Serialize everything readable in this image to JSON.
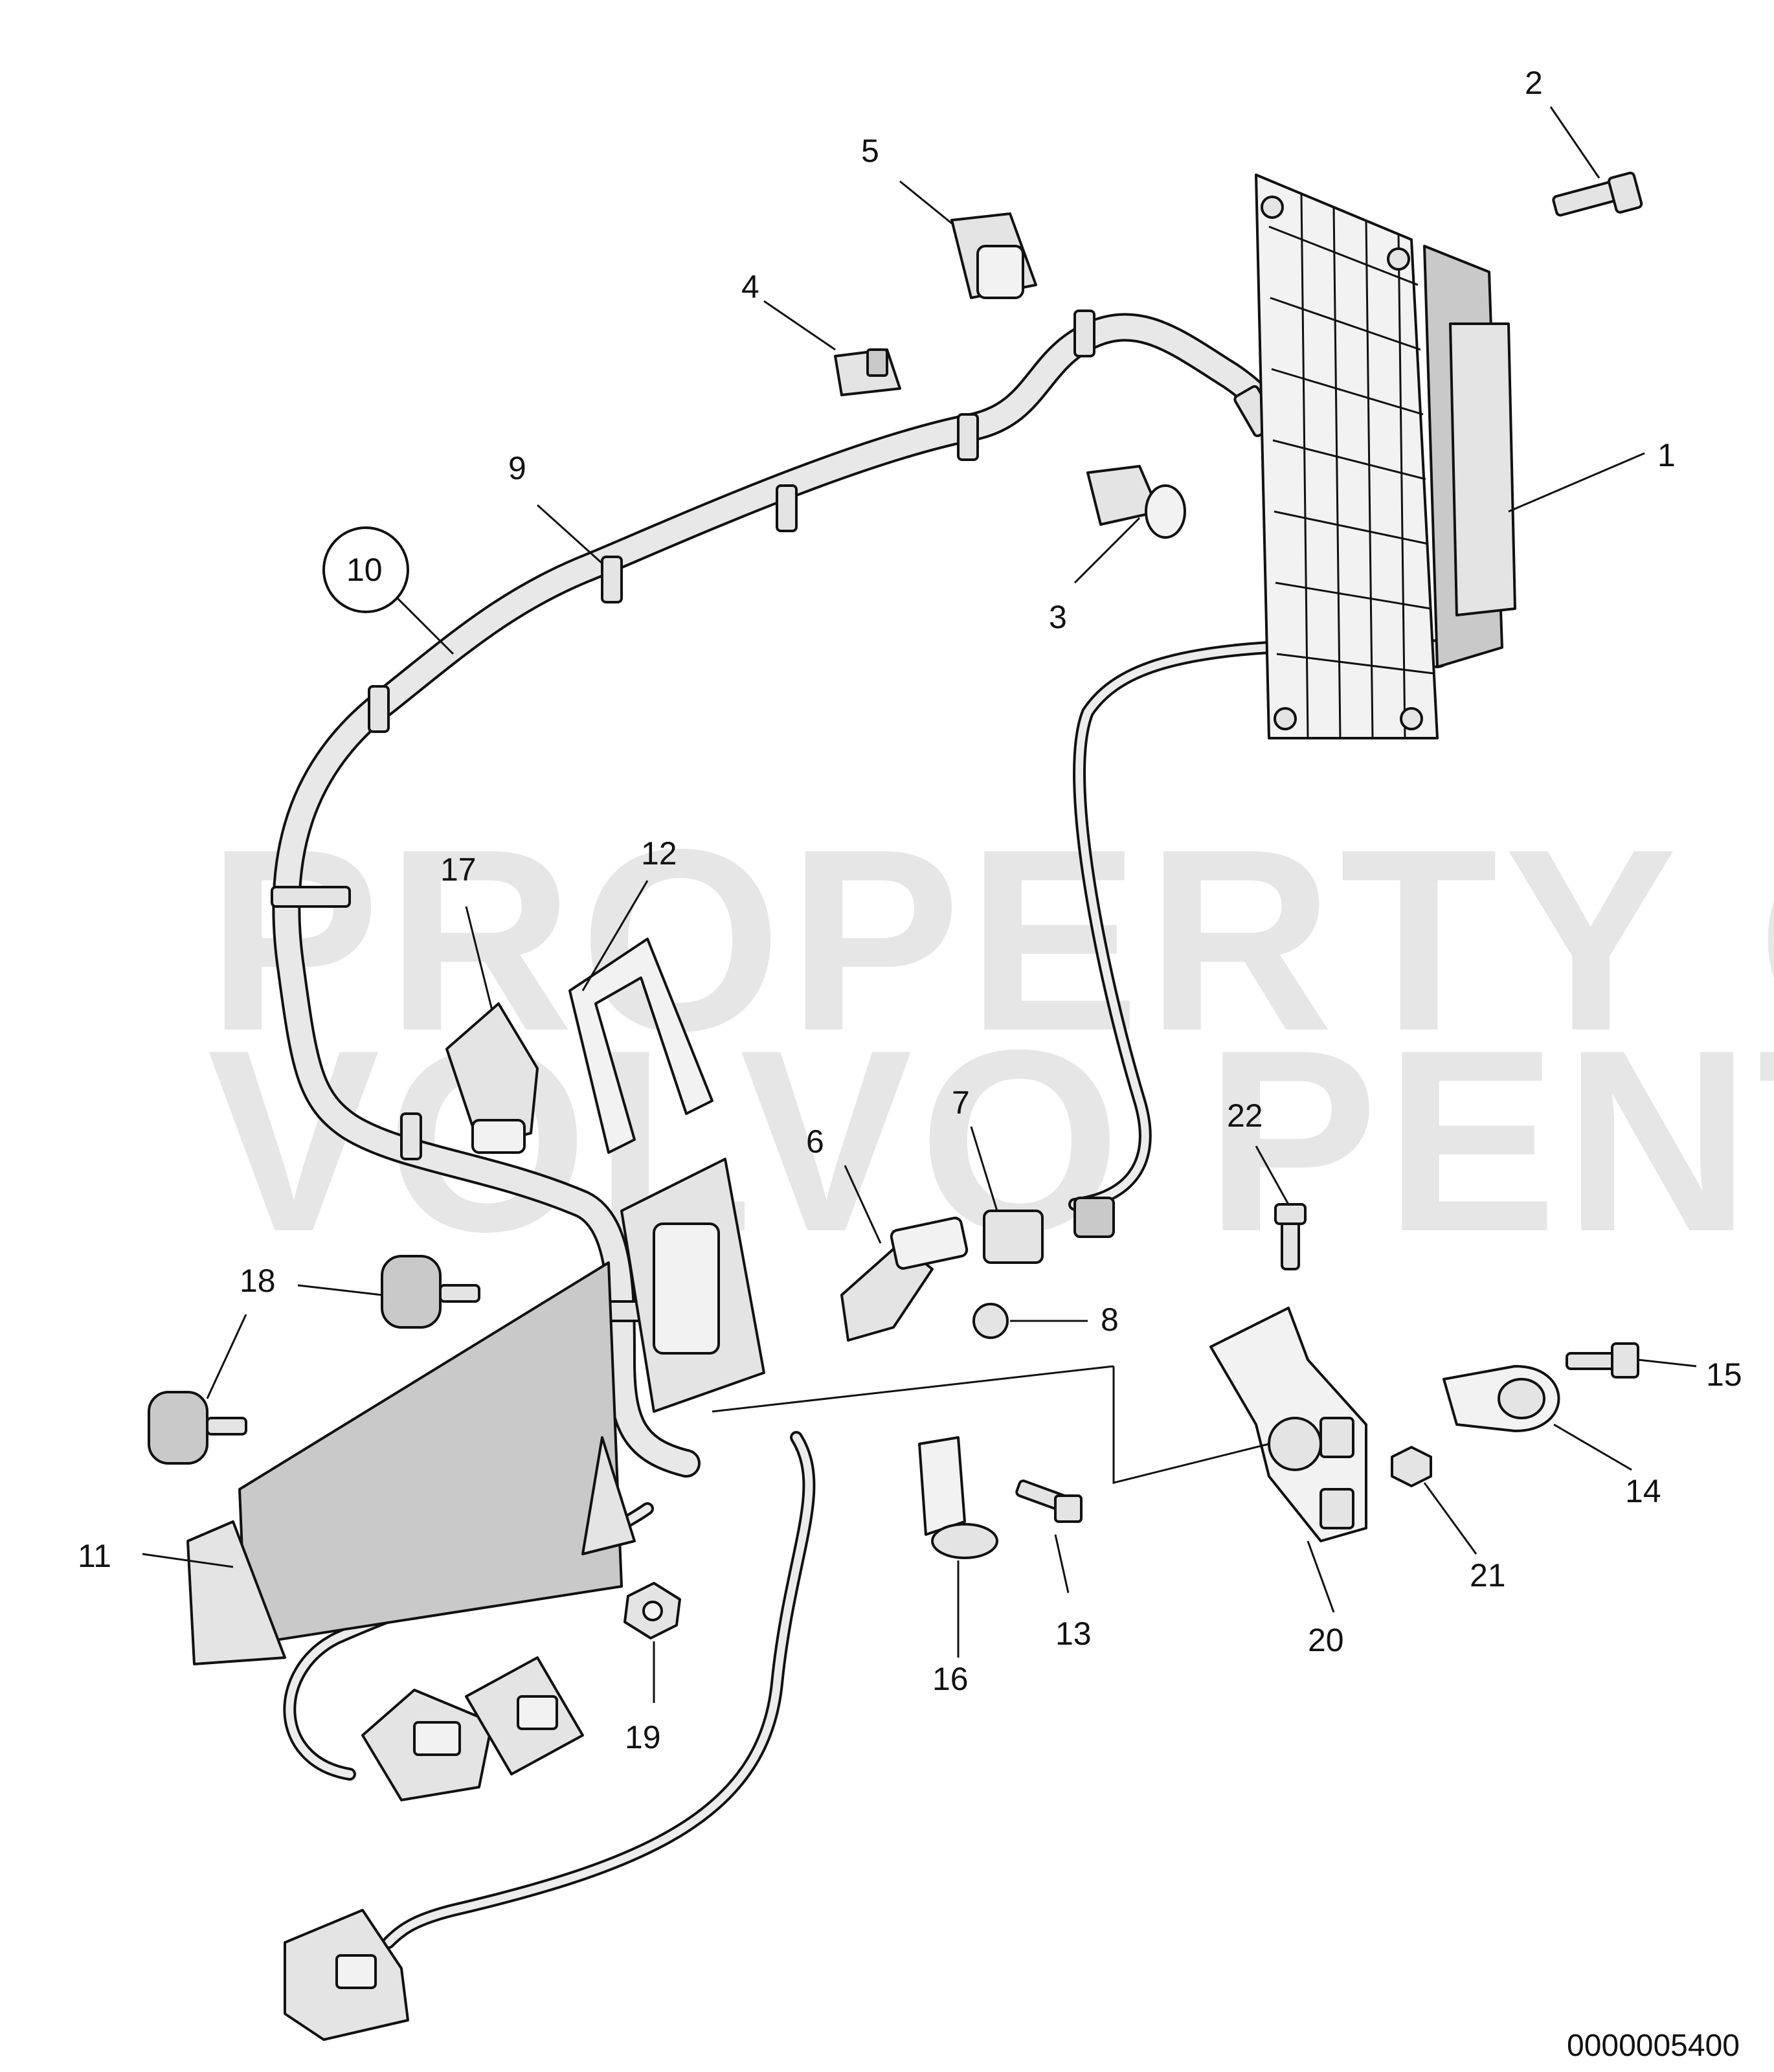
{
  "watermark": {
    "line1": "PROPERTY OF",
    "line2": "VOLVO PENTA"
  },
  "document_number": "0000005400",
  "callouts": [
    {
      "id": "c1",
      "text": "1"
    },
    {
      "id": "c2",
      "text": "2"
    },
    {
      "id": "c3",
      "text": "3"
    },
    {
      "id": "c4",
      "text": "4"
    },
    {
      "id": "c5",
      "text": "5"
    },
    {
      "id": "c6",
      "text": "6"
    },
    {
      "id": "c7",
      "text": "7"
    },
    {
      "id": "c8",
      "text": "8"
    },
    {
      "id": "c9",
      "text": "9"
    },
    {
      "id": "c10",
      "text": "10"
    },
    {
      "id": "c11",
      "text": "11"
    },
    {
      "id": "c12",
      "text": "12"
    },
    {
      "id": "c13",
      "text": "13"
    },
    {
      "id": "c14",
      "text": "14"
    },
    {
      "id": "c15",
      "text": "15"
    },
    {
      "id": "c16",
      "text": "16"
    },
    {
      "id": "c17",
      "text": "17"
    },
    {
      "id": "c18",
      "text": "18"
    },
    {
      "id": "c19",
      "text": "19"
    },
    {
      "id": "c20",
      "text": "20"
    },
    {
      "id": "c21",
      "text": "21"
    },
    {
      "id": "c22",
      "text": "22"
    }
  ]
}
